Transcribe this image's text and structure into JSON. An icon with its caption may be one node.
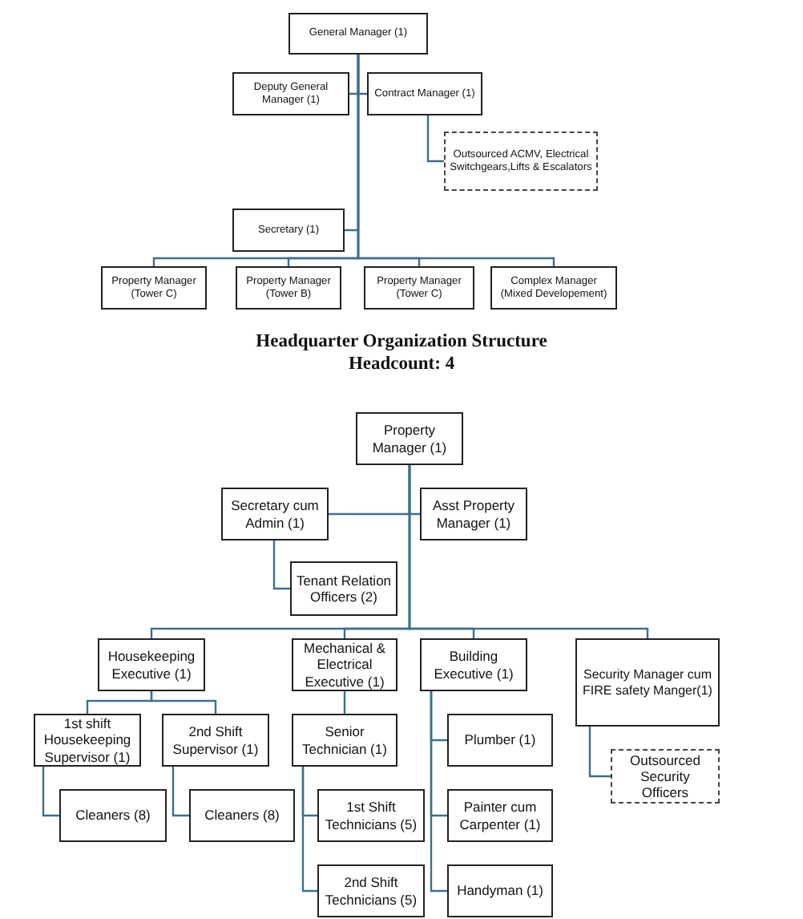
{
  "diagram": {
    "nodes": [
      {
        "text": [
          "General Manager (1)"
        ]
      },
      {
        "text": [
          "Deputy General Manager (1)"
        ]
      },
      {
        "text": [
          "Contract Manager (1)"
        ]
      },
      {
        "text": [
          "Outsourced ACMV, Electrical Switchgears,Lifts & Escalators"
        ]
      },
      {
        "text": [
          "Secretary (1)"
        ]
      },
      {
        "text": [
          "Property Manager (Tower C)"
        ]
      },
      {
        "text": [
          "Property Manager (Tower B)"
        ]
      },
      {
        "text": [
          "Property Manager (Tower C)"
        ]
      },
      {
        "text": [
          "Complex Manager (Mixed Developement)"
        ]
      },
      {
        "text": [
          "Property Manager (1)"
        ]
      },
      {
        "text": [
          "Secretary cum Admin (1)"
        ]
      },
      {
        "text": [
          "Asst Property Manager (1)"
        ]
      },
      {
        "text": [
          "Tenant Relation Officers (2)"
        ]
      },
      {
        "text": [
          "Housekeeping Executive (1)"
        ]
      },
      {
        "text": [
          "Mechanical & Electrical Executive (1)"
        ]
      },
      {
        "text": [
          "Building Executive (1)"
        ]
      },
      {
        "text": [
          "Security Manager cum FIRE safety Manger(1)"
        ]
      },
      {
        "text": [
          "1st shift Housekeeping Supervisor (1)"
        ]
      },
      {
        "text": [
          "2nd Shift Supervisor (1)"
        ]
      },
      {
        "text": [
          "Senior Technician (1)"
        ]
      },
      {
        "text": [
          "Plumber (1)"
        ]
      },
      {
        "text": [
          "Outsourced Security Officers"
        ]
      },
      {
        "text": [
          "Cleaners (8)"
        ]
      },
      {
        "text": [
          "Cleaners (8)"
        ]
      },
      {
        "text": [
          "1st Shift Technicians (5)"
        ]
      },
      {
        "text": [
          "Painter cum Carpenter (1)"
        ]
      },
      {
        "text": [
          "2nd Shift Technicians (5)"
        ]
      },
      {
        "text": [
          "Handyman (1)"
        ]
      }
    ],
    "edges": [
      {
        "from": 0,
        "to": 1,
        "arrow": "none"
      },
      {
        "from": 0,
        "to": 2,
        "arrow": "none"
      },
      {
        "from": 2,
        "to": 3,
        "arrow": "none"
      },
      {
        "from": 0,
        "to": 4,
        "arrow": "none"
      },
      {
        "from": 0,
        "to": 5,
        "arrow": "none"
      },
      {
        "from": 0,
        "to": 6,
        "arrow": "none"
      },
      {
        "from": 0,
        "to": 7,
        "arrow": "none"
      },
      {
        "from": 0,
        "to": 8,
        "arrow": "none"
      },
      {
        "from": 9,
        "to": 10,
        "arrow": "none"
      },
      {
        "from": 9,
        "to": 11,
        "arrow": "none"
      },
      {
        "from": 10,
        "to": 12,
        "arrow": "none"
      },
      {
        "from": 9,
        "to": 13,
        "arrow": "none"
      },
      {
        "from": 9,
        "to": 14,
        "arrow": "none"
      },
      {
        "from": 9,
        "to": 15,
        "arrow": "none"
      },
      {
        "from": 9,
        "to": 16,
        "arrow": "none"
      },
      {
        "from": 13,
        "to": 17,
        "arrow": "none"
      },
      {
        "from": 13,
        "to": 18,
        "arrow": "none"
      },
      {
        "from": 14,
        "to": 19,
        "arrow": "none"
      },
      {
        "from": 15,
        "to": 20,
        "arrow": "none"
      },
      {
        "from": 16,
        "to": 21,
        "arrow": "none"
      },
      {
        "from": 17,
        "to": 22,
        "arrow": "none"
      },
      {
        "from": 18,
        "to": 23,
        "arrow": "none"
      },
      {
        "from": 19,
        "to": 24,
        "arrow": "none"
      },
      {
        "from": 15,
        "to": 25,
        "arrow": "none"
      },
      {
        "from": 19,
        "to": 26,
        "arrow": "none"
      },
      {
        "from": 15,
        "to": 27,
        "arrow": "none"
      }
    ],
    "labels": [
      "Headquarter Organization Structure",
      "Headcount: 4"
    ]
  }
}
